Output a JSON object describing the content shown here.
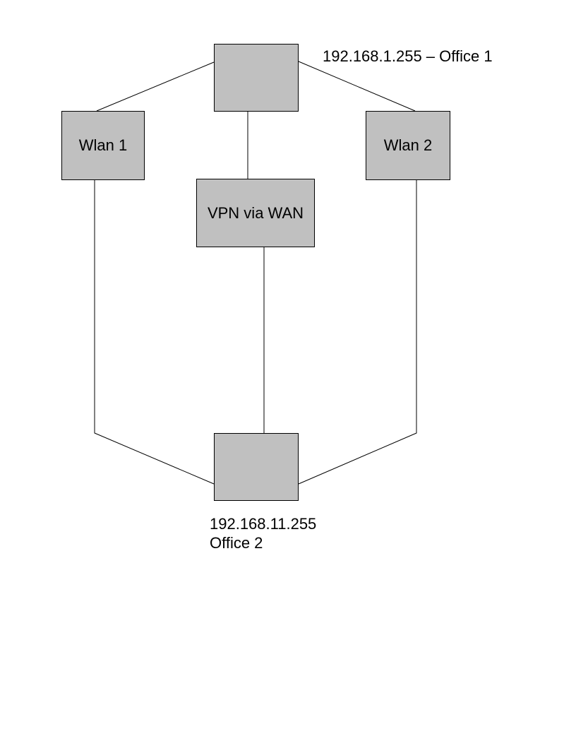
{
  "diagram": {
    "title_hint": "VPN network diagram connecting two office LANs",
    "nodes": {
      "office1_router": {
        "label": ""
      },
      "wlan1": {
        "label": "Wlan 1"
      },
      "wlan2": {
        "label": "Wlan 2"
      },
      "vpn": {
        "label": "VPN via WAN"
      },
      "office2_router": {
        "label": ""
      }
    },
    "annotations": {
      "office1": "192.168.1.255 – Office 1",
      "office2_line1": "192.168.11.255",
      "office2_line2": "Office 2"
    },
    "connections": [
      "office1_router - wlan1",
      "office1_router - wlan2",
      "office1_router - vpn",
      "vpn - office2_router",
      "wlan1 - office2_router",
      "wlan2 - office2_router"
    ],
    "colors": {
      "background": "#ffffff",
      "node_fill": "#c0c0c0",
      "node_border": "#000000",
      "connector": "#000000",
      "text": "#000000"
    }
  }
}
